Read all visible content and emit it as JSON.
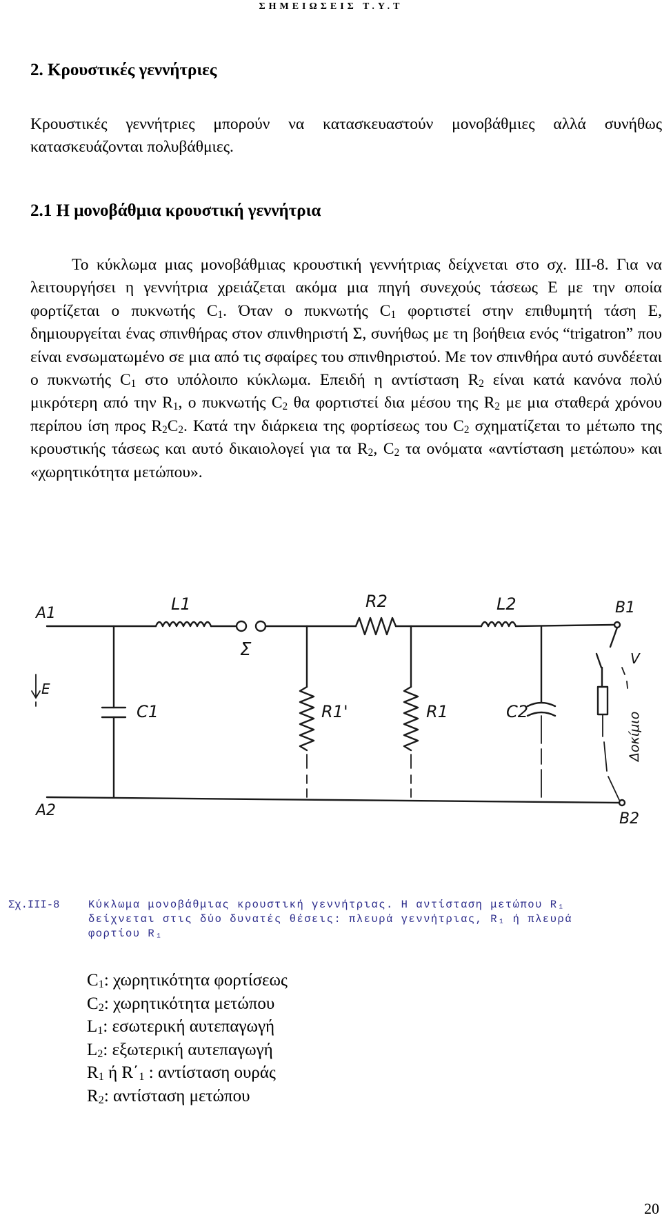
{
  "header": "ΣΗΜΕΙΩΣΕΙΣ Τ.Υ.Τ",
  "section_title": "2.  Κρουστικές γεννήτριες",
  "intro": "Κρουστικές γεννήτριες μπορούν να κατασκευαστούν μονοβάθμιες αλλά συνήθως κατασκευάζονται πολυβάθμιες.",
  "subsection_title": "2.1    Η μονοβάθμια κρουστική γεννήτρια",
  "body": {
    "t1": "Το κύκλωμα μιας μονοβάθμιας κρουστική γεννήτριας δείχνεται στο σχ. III-8. Για να λειτουργήσει η γεννήτρια χρειάζεται ακόμα μια πηγή συνεχούς τάσεως Ε με την οποία φορτίζεται ο πυκνωτής C",
    "t2": ". Όταν ο πυκνωτής C",
    "t3": " φορτιστεί στην επιθυμητή τάση Ε, δημιουργείται ένας σπινθήρας στον σπινθηριστή Σ, συνήθως με τη βοήθεια ενός “trigatron” που είναι ενσωματωμένο σε μια από τις σφαίρες του σπινθηριστού. Με τον σπινθήρα αυτό συνδέεται ο πυκνωτής C",
    "t4": " στο υπόλοιπο κύκλωμα. Επειδή η αντίσταση R",
    "t5": " είναι κατά κανόνα πολύ μικρότερη από την R",
    "t6": ", ο πυκνωτής C",
    "t7": " θα φορτιστεί δια μέσου της R",
    "t8": " με μια σταθερά χρόνου περίπου ίση προς R",
    "t9": "C",
    "t10": ". Κατά την διάρκεια της φορτίσεως του C",
    "t11": " σχηματίζεται το μέτωπο της κρουστικής τάσεως και αυτό δικαιολογεί για τα  R",
    "t12": ", C",
    "t13": " τα ονόματα «αντίσταση μετώπου» και «χωρητικότητα μετώπου».",
    "s1": "1",
    "s2": "2"
  },
  "diagram_labels": {
    "a1": "A1",
    "a2": "A2",
    "b1": "B1",
    "b2": "B2",
    "l1": "L1",
    "l2": "L2",
    "r2": "R2",
    "r1p": "R1'",
    "r1": "R1",
    "c1": "C1",
    "c2": "C2",
    "sigma": "Σ",
    "e": "E",
    "v": "V",
    "specimen": "Δοκίμιο"
  },
  "caption": {
    "label": "Σχ.ΙΙΙ-8",
    "text": "Κύκλωμα μονοβάθμιας κρουστική γεννήτριας. Η αντίσταση μετώπου R₁\nδείχνεται στις δύο δυνατές θέσεις: πλευρά γεννήτριας, R₁ ή πλευρά\nφορτίου R₁"
  },
  "legend": [
    {
      "sym": "C",
      "sub": "1",
      "text": ": χωρητικότητα φορτίσεως"
    },
    {
      "sym": "C",
      "sub": "2",
      "text": ": χωρητικότητα μετώπου"
    },
    {
      "sym": "L",
      "sub": "1",
      "text": ": εσωτερική αυτεπαγωγή"
    },
    {
      "sym": "L",
      "sub": "2",
      "text": ": εξωτερική αυτεπαγωγή"
    },
    {
      "sym": "R",
      "sub": "1",
      "text": " ή R΄",
      "sub2": "1",
      "text2": " : αντίσταση ουράς"
    },
    {
      "sym": "R",
      "sub": "2",
      "text": ":  αντίσταση μετώπου"
    }
  ],
  "page_number": "20"
}
